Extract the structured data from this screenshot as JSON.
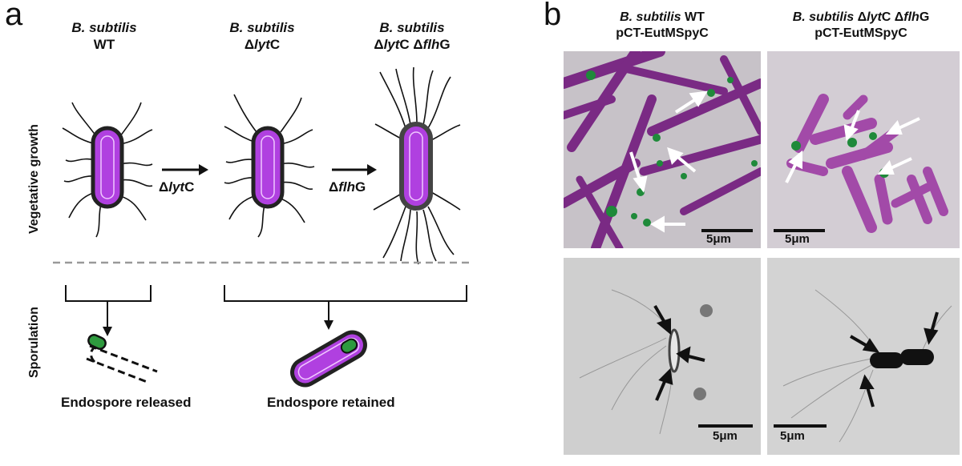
{
  "panel_a": {
    "letter": "a",
    "strains": [
      {
        "species": "B. subtilis",
        "genotype_html": "WT"
      },
      {
        "species": "B. subtilis",
        "genotype_html": "Δ<i>lyt</i>C"
      },
      {
        "species": "B. subtilis",
        "genotype_html": "Δ<i>lyt</i>C Δ<i>flh</i>G"
      }
    ],
    "row_labels": {
      "top": "Vegetative growth",
      "bottom": "Sporulation"
    },
    "arrow_labels": [
      {
        "html": "Δ<i>lyt</i>C"
      },
      {
        "html": "Δ<i>flh</i>G"
      }
    ],
    "outcomes": {
      "left": "Endospore released",
      "right": "Endospore retained"
    }
  },
  "panel_b": {
    "letter": "b",
    "columns": [
      {
        "species": "B. subtilis",
        "genotype_html": "WT",
        "plasmid": "pCT-EutMSpyC"
      },
      {
        "species": "B. subtilis",
        "genotype_html": "Δ<i>lyt</i>C Δ<i>flh</i>G",
        "plasmid": "pCT-EutMSpyC"
      }
    ],
    "scale_bars": [
      "5μm",
      "5μm",
      "5μm",
      "5μm"
    ]
  },
  "colors": {
    "cell_purple": "#b040e0",
    "cell_outline": "#222222",
    "spore_green": "#2e9a3e",
    "micro_purple": "#8a2a90",
    "micro_bg_top": "#c4bec6",
    "micro_bg_bottom": "#cfcfcf"
  }
}
